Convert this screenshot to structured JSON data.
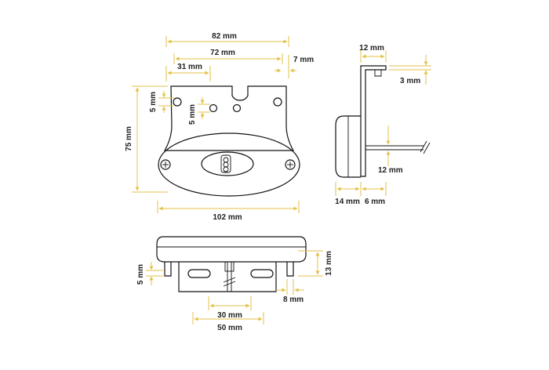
{
  "colors": {
    "dimension": "#e3c24a",
    "outline": "#111111",
    "text": "#222222"
  },
  "front_view": {
    "width_82": "82 mm",
    "width_72": "72 mm",
    "offset_31": "31 mm",
    "offset_7": "7 mm",
    "hole_5_left": "5 mm",
    "hole_5_mid": "5 mm",
    "height_75": "75 mm",
    "width_102": "102 mm"
  },
  "side_view": {
    "top_12": "12 mm",
    "top_3": "3 mm",
    "cable_12": "12 mm",
    "depth_14": "14 mm",
    "depth_6": "6 mm"
  },
  "bottom_view": {
    "left_5": "5 mm",
    "right_13": "13 mm",
    "tab_8": "8 mm",
    "span_30": "30 mm",
    "span_50": "50 mm"
  }
}
